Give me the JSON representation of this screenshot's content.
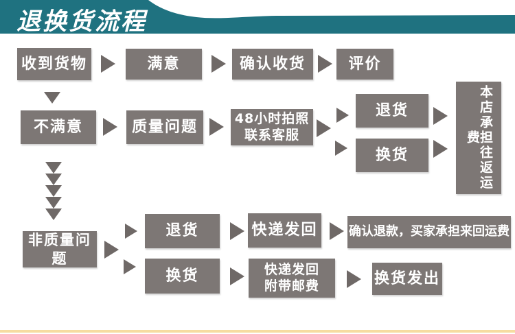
{
  "header": {
    "title": "退换货流程"
  },
  "colors": {
    "teal": "#1f7280",
    "box": "#7d7775",
    "arrow": "#6f6967",
    "accent_line": "#f6dca1",
    "text": "#ffffff"
  },
  "flow": {
    "received": "收到货物",
    "satisfied": "满意",
    "confirm_receipt": "确认收货",
    "review": "评价",
    "unsatisfied": "不满意",
    "quality_issue": "质量问题",
    "contact_line1": "48小时拍照",
    "contact_line2": "联系客服",
    "quality_return": "退货",
    "quality_exchange": "换货",
    "store_bears_shipping": "本店承担往返运费",
    "non_quality_issue": "非质量问题",
    "nq_return": "退货",
    "nq_exchange": "换货",
    "courier_return": "快递发回",
    "refund_note": "确认退款，买家承担来回运费",
    "courier_postage_line1": "快递发回",
    "courier_postage_line2": "附带邮费",
    "exchange_shipped": "换货发出"
  }
}
